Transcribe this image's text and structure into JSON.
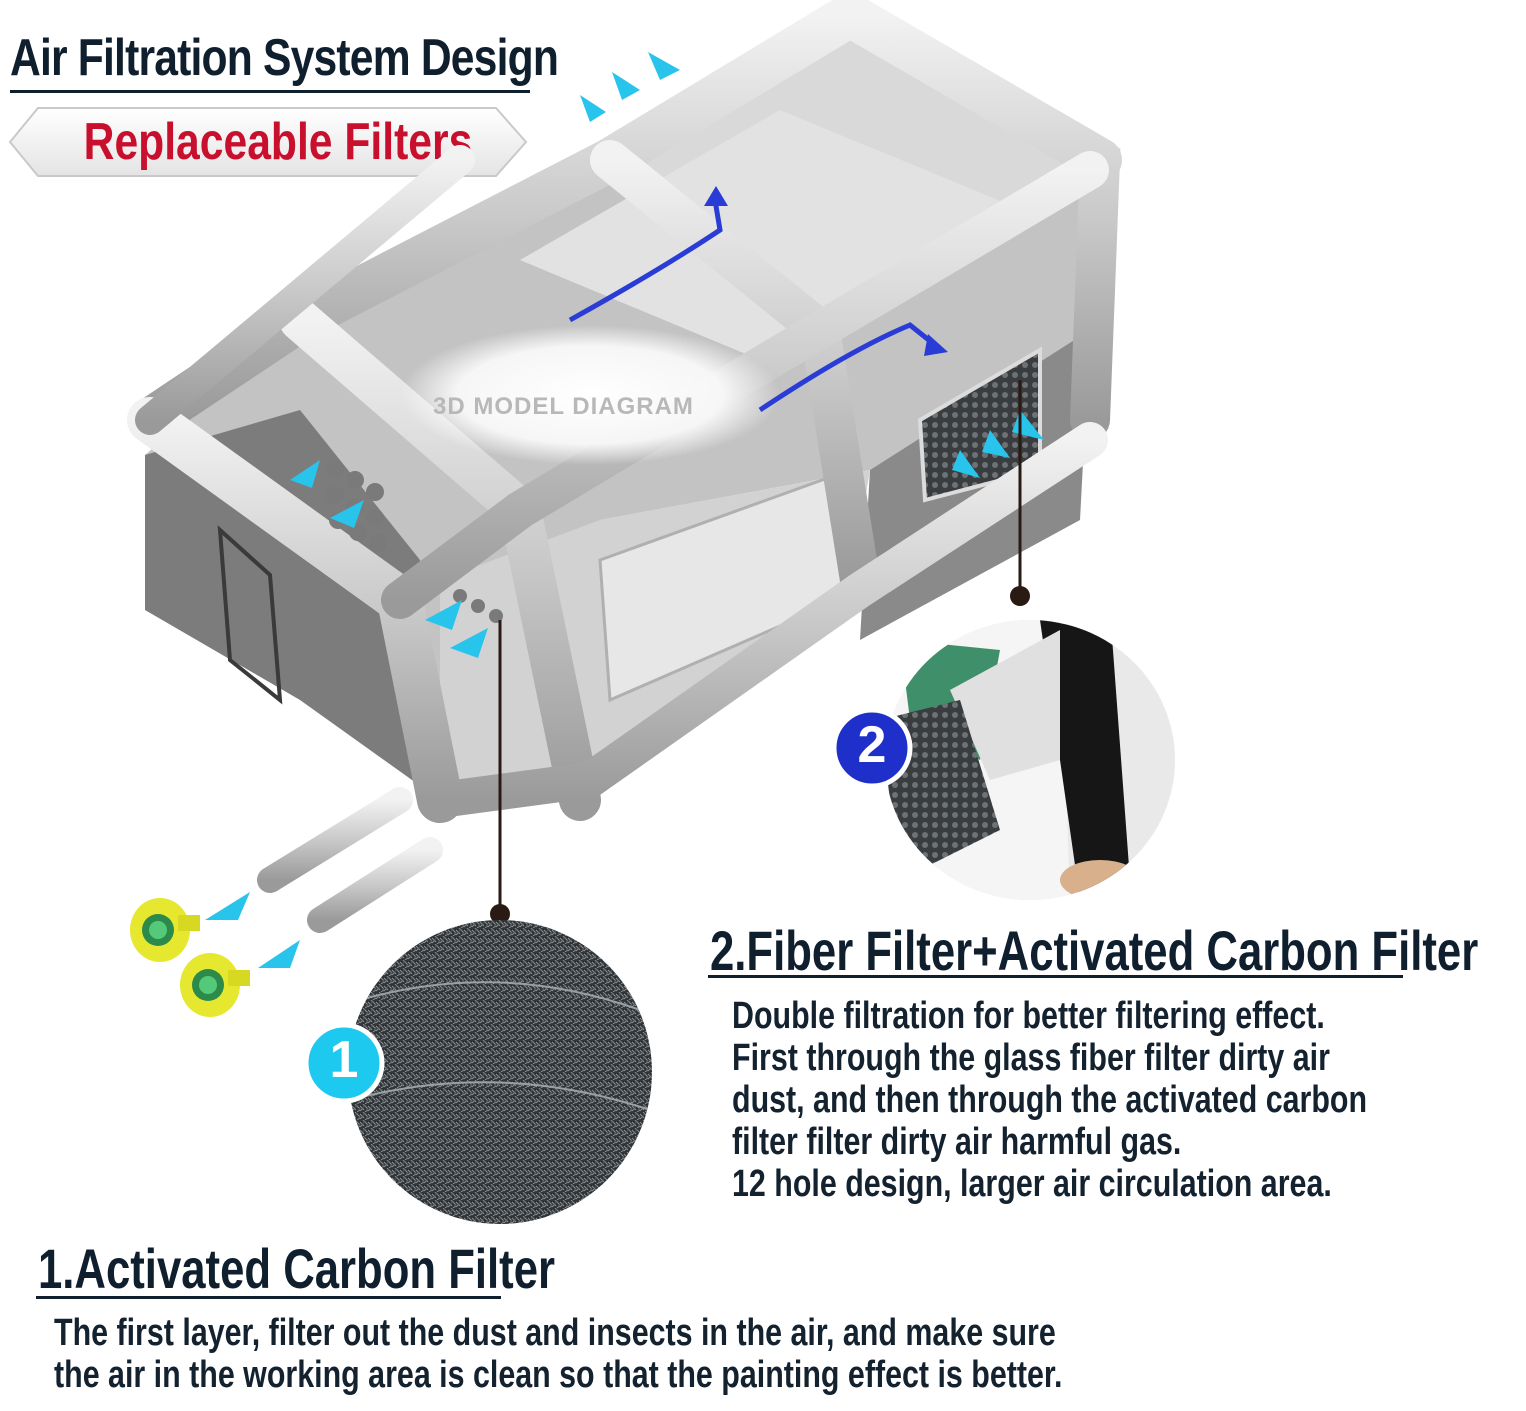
{
  "header": {
    "title": "Air Filtration System Design",
    "banner": "Replaceable Filters"
  },
  "diagram": {
    "model_label": "3D MODEL DIAGRAM"
  },
  "filter1": {
    "badge": "1",
    "heading": "1.Activated Carbon Filter",
    "lines": [
      "The first layer, filter out the dust and insects in the air, and make sure",
      "the air in the working area is clean so that the painting effect is better."
    ]
  },
  "filter2": {
    "badge": "2",
    "heading": "2.Fiber Filter+Activated Carbon Filter",
    "lines": [
      "Double filtration for better filtering effect.",
      "First through the glass fiber filter dirty air",
      "dust, and then through the activated carbon",
      "filter filter dirty air harmful gas.",
      "12 hole design, larger air circulation area."
    ]
  },
  "colors": {
    "heading": "#0f1f2e",
    "banner_text": "#c8102e",
    "airflow_arrow": "#29c4ec",
    "flow_arrow": "#2a3cd6",
    "badge1": "#1ec9f0",
    "badge2": "#1f2fc9"
  }
}
